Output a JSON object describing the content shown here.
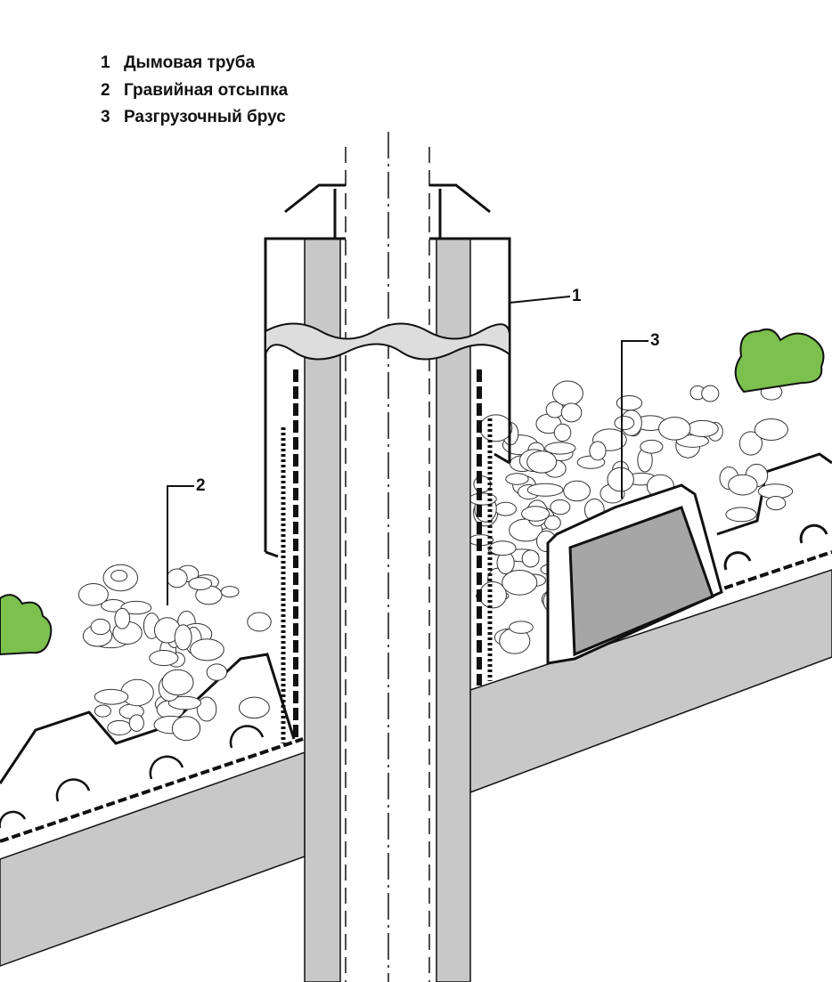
{
  "legend": {
    "items": [
      {
        "number": "1",
        "label": "Дымовая труба"
      },
      {
        "number": "2",
        "label": "Гравийная отсыпка"
      },
      {
        "number": "3",
        "label": "Разгрузочный брус"
      }
    ]
  },
  "callouts": [
    "1",
    "2",
    "3"
  ],
  "colors": {
    "concrete": "#c8c8c8",
    "beam": "#a6a6a6",
    "vegetation": "#7cc04e",
    "line": "#111111"
  }
}
